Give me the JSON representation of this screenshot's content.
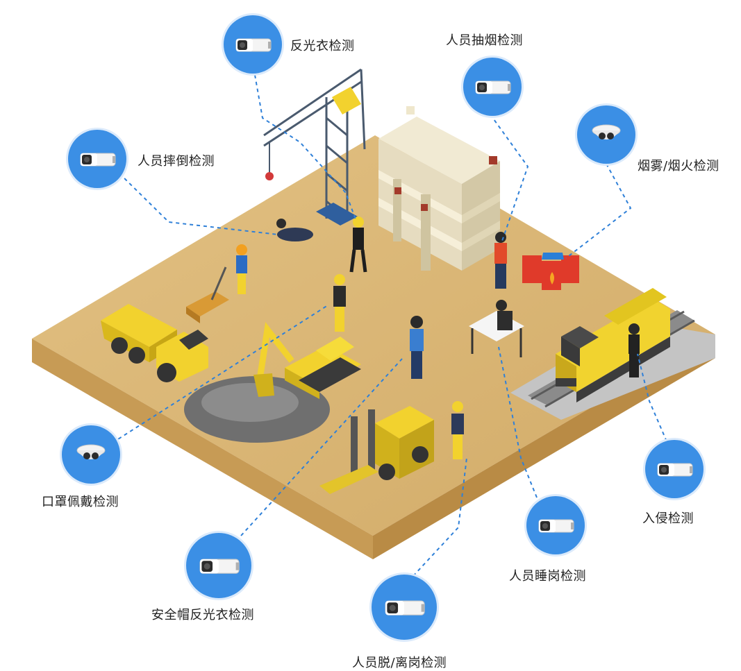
{
  "colors": {
    "camera_circle": "#3b8fe5",
    "dashed_line": "#2f80d8",
    "ground_top": "#d9b576",
    "ground_side_left": "#c49a55",
    "ground_side_right": "#b88c48",
    "rail_platform": "#b9b9b9",
    "machinery_yellow": "#f2d22e",
    "excavation_pit": "#6e6e6e"
  },
  "detections": [
    {
      "id": "reflective-vest",
      "label": "反光衣检测",
      "camera": "bullet-camera-icon"
    },
    {
      "id": "smoking",
      "label": "人员抽烟检测",
      "camera": "bullet-camera-icon"
    },
    {
      "id": "fall",
      "label": "人员摔倒检测",
      "camera": "bullet-camera-icon"
    },
    {
      "id": "smoke-fire",
      "label": "烟雾/烟火检测",
      "camera": "dome-camera-icon"
    },
    {
      "id": "mask",
      "label": "口罩佩戴检测",
      "camera": "dome-camera-icon"
    },
    {
      "id": "intrusion",
      "label": "入侵检测",
      "camera": "bullet-camera-icon"
    },
    {
      "id": "sleeping",
      "label": "人员睡岗检测",
      "camera": "bullet-camera-icon"
    },
    {
      "id": "helmet-vest",
      "label": "安全帽反光衣检测",
      "camera": "bullet-camera-icon"
    },
    {
      "id": "off-post",
      "label": "人员脱/离岗检测",
      "camera": "bullet-camera-icon"
    }
  ]
}
